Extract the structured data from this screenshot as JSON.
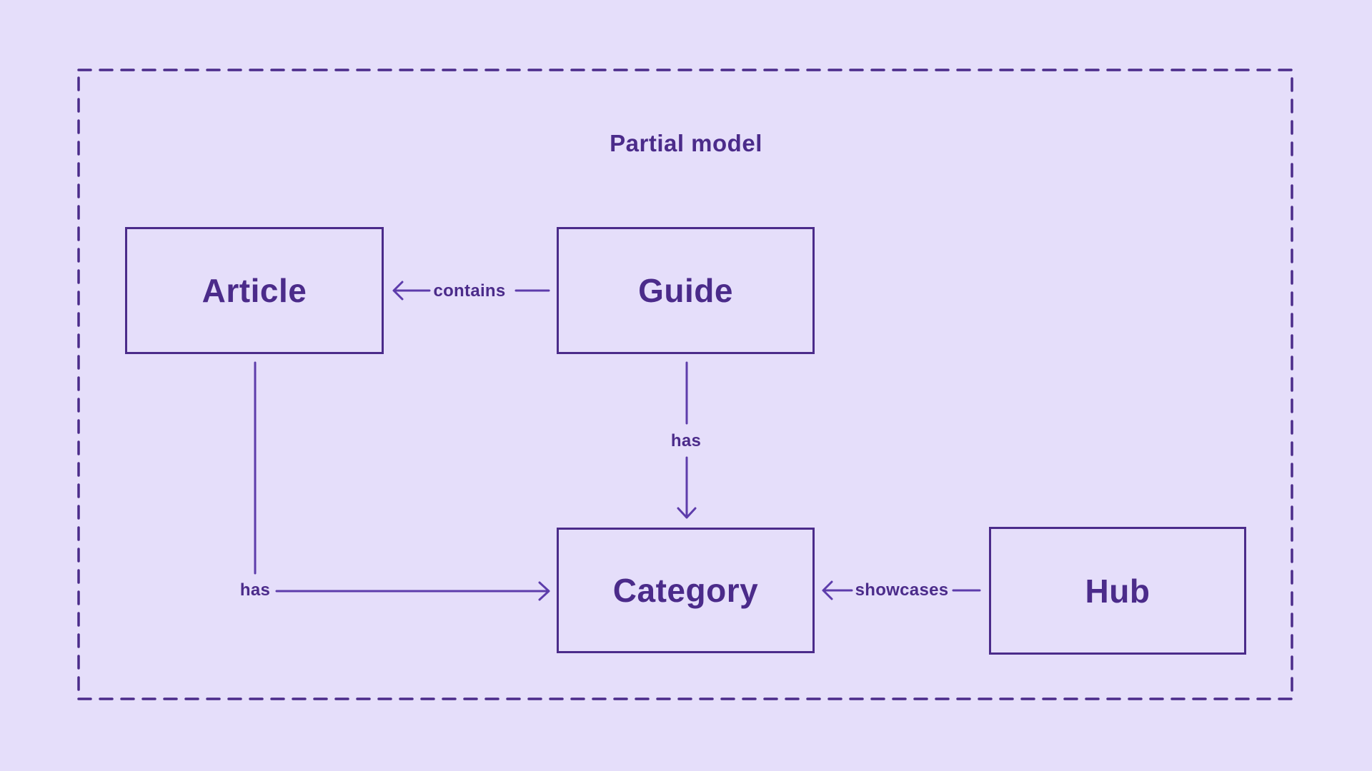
{
  "diagram": {
    "title": "Partial model",
    "entities": [
      {
        "id": "article",
        "label": "Article"
      },
      {
        "id": "guide",
        "label": "Guide"
      },
      {
        "id": "category",
        "label": "Category"
      },
      {
        "id": "hub",
        "label": "Hub"
      }
    ],
    "relations": [
      {
        "id": "contains",
        "label": "contains",
        "from": "Guide",
        "to": "Article"
      },
      {
        "id": "guide-has",
        "label": "has",
        "from": "Guide",
        "to": "Category"
      },
      {
        "id": "article-has",
        "label": "has",
        "from": "Article",
        "to": "Category"
      },
      {
        "id": "showcases",
        "label": "showcases",
        "from": "Hub",
        "to": "Category"
      }
    ],
    "colors": {
      "background": "#e5defa",
      "ink": "#4b2b8a",
      "line": "#5d3cab"
    }
  }
}
